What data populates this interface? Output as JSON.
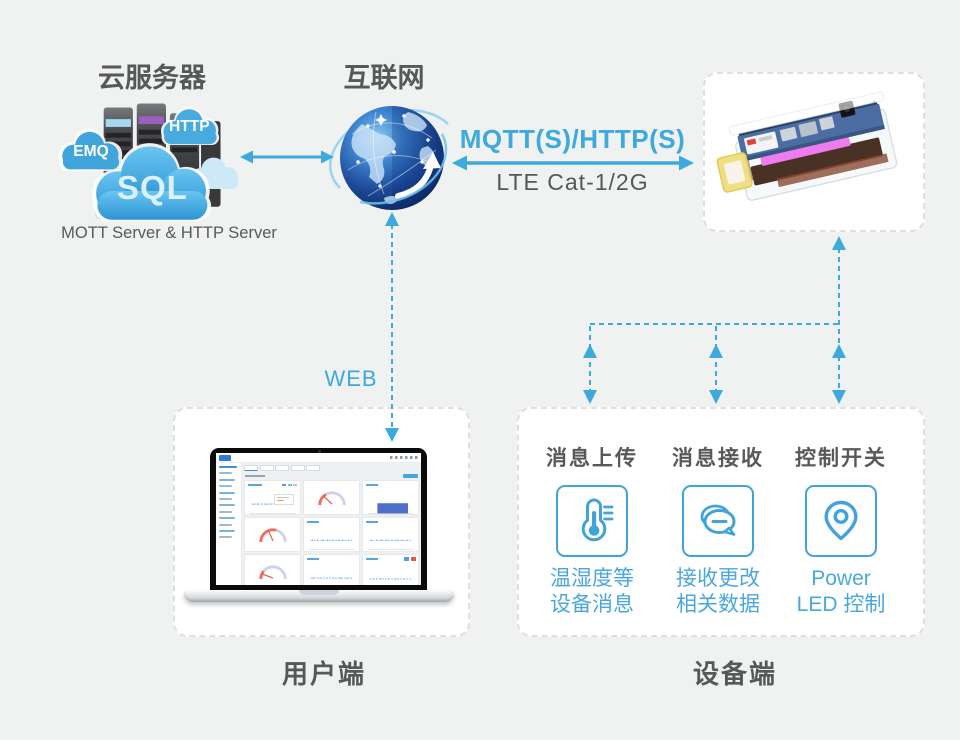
{
  "colors": {
    "background": "#f0f1f1",
    "accent_blue": "#3da9dc",
    "icon_border_blue": "#41a3d9",
    "label_blue": "#4aa7dd",
    "text_dark": "#58595b",
    "panel_border": "#dfdfdf",
    "cloud_blue": "#47abe0",
    "gauge_red": "#f26b5b",
    "bar_chart_blue": "#4d6fc9"
  },
  "cloud_server": {
    "title": "云服务器",
    "clouds": {
      "emq": "EMQ",
      "http": "HTTP",
      "sql": "SQL"
    },
    "caption": "MOTT Server & HTTP Server"
  },
  "internet": {
    "title": "互联网"
  },
  "links": {
    "protocol": "MQTT(S)/HTTP(S)",
    "bearer": "LTE Cat-1/2G",
    "web": "WEB"
  },
  "user_side": {
    "caption": "用户端"
  },
  "device_side": {
    "caption": "设备端",
    "columns": [
      {
        "header": "消息上传",
        "icon": "thermometer-icon",
        "label_line1": "温湿度等",
        "label_line2": "设备消息"
      },
      {
        "header": "消息接收",
        "icon": "chat-bubble-icon",
        "label_line1": "接收更改",
        "label_line2": "相关数据"
      },
      {
        "header": "控制开关",
        "icon": "location-pin-icon",
        "label_line1": "Power",
        "label_line2": "LED 控制"
      }
    ]
  }
}
